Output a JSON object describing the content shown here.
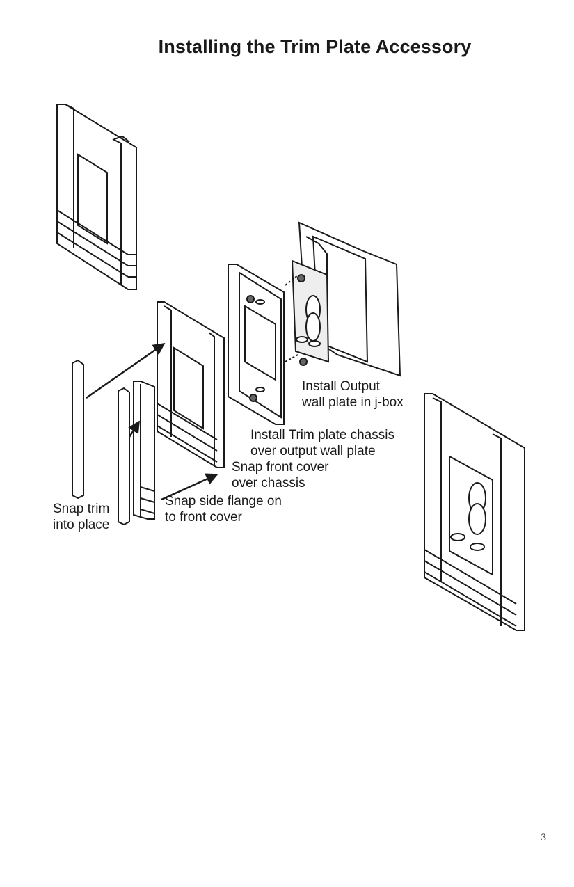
{
  "page": {
    "title": "Installing the Trim Plate Accessory",
    "page_number": "3"
  },
  "labels": {
    "install_output_1": "Install Output",
    "install_output_2": "wall plate in j-box",
    "install_trim_1": "Install Trim plate chassis",
    "install_trim_2": "over output wall plate",
    "snap_front_1": "Snap front cover",
    "snap_front_2": "over chassis",
    "snap_side_1": "Snap side flange on",
    "snap_side_2": "to front cover",
    "snap_trim_1": "Snap trim",
    "snap_trim_2": "into place"
  }
}
